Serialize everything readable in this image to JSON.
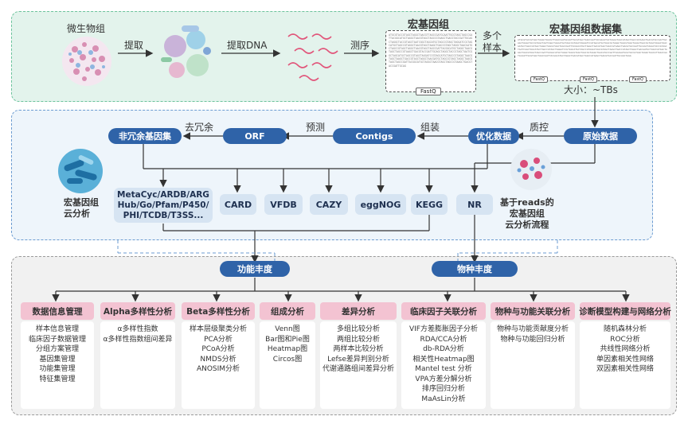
{
  "top": {
    "microbiome": "微生物组",
    "extract": "提取",
    "extract_dna": "提取DNA",
    "sequencing": "测序",
    "metagenome": "宏基因组",
    "fastq": "FastQ",
    "multi_sample": "多个\n样本",
    "dataset_title": "宏基因组数据集",
    "size": "大小：~TBs",
    "mini_fastq": [
      "FastQ",
      "FastQ",
      "FastQ"
    ]
  },
  "middle": {
    "raw_data": "原始数据",
    "qc": "质控",
    "optimized": "优化数据",
    "assembly": "组装",
    "contigs": "Contigs",
    "predict": "预测",
    "orf": "ORF",
    "dedup": "去冗余",
    "nonredundant": "非冗余基因集",
    "cloud_left": "宏基因组\n云分析",
    "cloud_right": "基于reads的\n宏基因组\n云分析流程",
    "db_big": "MetaCyc/ARDB/ARG\nHub/Go/Pfam/P450/\nPHI/TCDB/T3SS...",
    "dbs": [
      "CARD",
      "VFDB",
      "CAZY",
      "eggNOG",
      "KEGG",
      "NR"
    ]
  },
  "bottom": {
    "functional": "功能丰度",
    "species": "物种丰度",
    "categories": [
      {
        "title": "数据信息管理",
        "items": [
          "样本信息管理",
          "临床因子数据管理",
          "分组方案管理",
          "基因集管理",
          "功能集管理",
          "特征集管理"
        ]
      },
      {
        "title": "Alpha多样性分析",
        "items": [
          "α多样性指数",
          "α多样性指数组间差异"
        ]
      },
      {
        "title": "Beta多样性分析",
        "items": [
          "样本层级聚类分析",
          "PCA分析",
          "PCoA分析",
          "NMDS分析",
          "ANOSIM分析"
        ]
      },
      {
        "title": "组成分析",
        "items": [
          "Venn图",
          "Bar图和Pie图",
          "Heatmap图",
          "Circos图"
        ]
      },
      {
        "title": "差异分析",
        "items": [
          "多组比较分析",
          "两组比较分析",
          "两样本比较分析",
          "Lefse差异判别分析",
          "代谢通路组间差异分析"
        ]
      },
      {
        "title": "临床因子关联分析",
        "items": [
          "VIF方差膨胀因子分析",
          "RDA/CCA分析",
          "db-RDA分析",
          "相关性Heatmap图",
          "Mantel test 分析",
          "VPA方差分解分析",
          "排序回归分析",
          "MaAsLin分析"
        ]
      },
      {
        "title": "物种与功能关联分析",
        "items": [
          "物种与功能贡献度分析",
          "物种与功能回归分析"
        ]
      },
      {
        "title": "诊断模型构建与网络分析",
        "items": [
          "随机森林分析",
          "ROC分析",
          "共线性网络分析",
          "单因素相关性网络",
          "双因素相关性网络"
        ]
      }
    ]
  },
  "colors": {
    "pill": "#2f63a8",
    "db": "#d6e4f2",
    "cat_head": "#f3c3d2",
    "panel_top": "#e3f3ec",
    "panel_mid": "#eef5fb",
    "panel_bot": "#f1f1f1"
  }
}
